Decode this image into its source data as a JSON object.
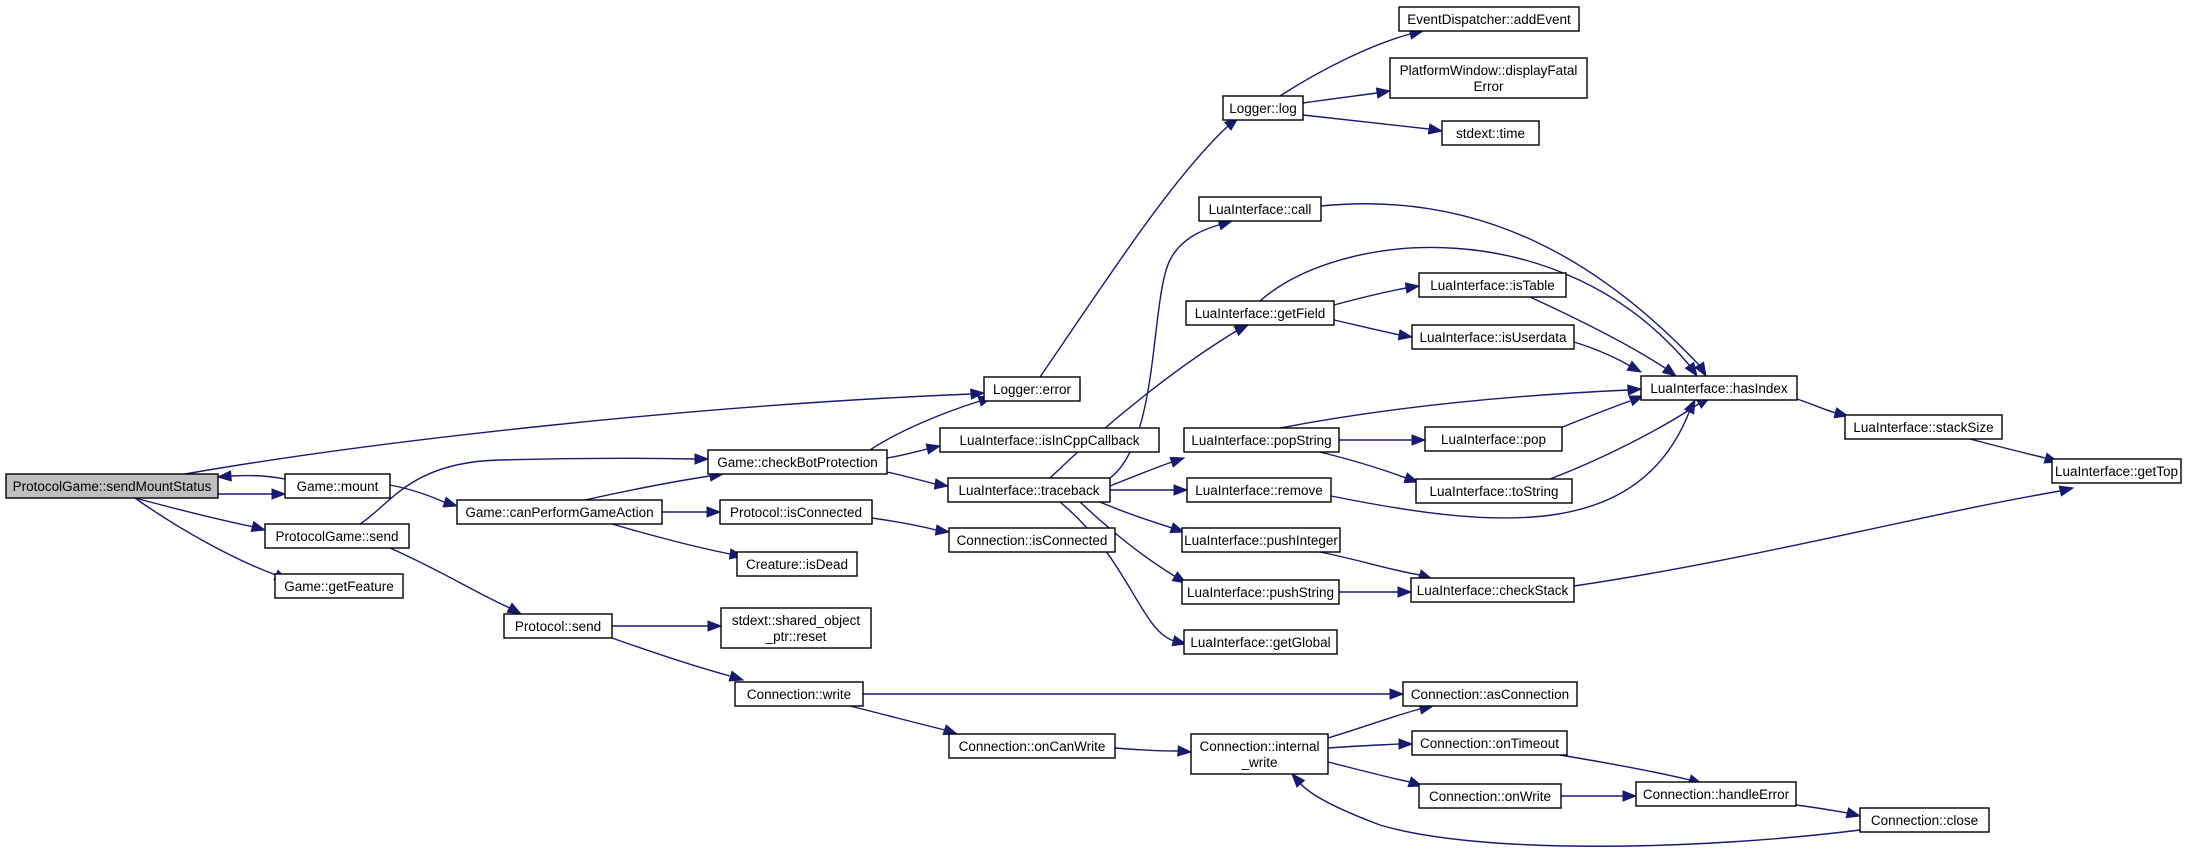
{
  "graph": {
    "edge_color": "#191970",
    "node_fill": "#ffffff",
    "root_fill": "#bfbfbf",
    "nodes": [
      {
        "id": "sendMountStatus",
        "lines": [
          "ProtocolGame::sendMountStatus"
        ],
        "root": true
      },
      {
        "id": "gameMount",
        "lines": [
          "Game::mount"
        ]
      },
      {
        "id": "pgSend",
        "lines": [
          "ProtocolGame::send"
        ]
      },
      {
        "id": "getFeature",
        "lines": [
          "Game::getFeature"
        ]
      },
      {
        "id": "checkBot",
        "lines": [
          "Game::checkBotProtection"
        ]
      },
      {
        "id": "canPerform",
        "lines": [
          "Game::canPerformGameAction"
        ]
      },
      {
        "id": "protoSend",
        "lines": [
          "Protocol::send"
        ]
      },
      {
        "id": "loggerError",
        "lines": [
          "Logger::error"
        ]
      },
      {
        "id": "isInCpp",
        "lines": [
          "LuaInterface::isInCppCallback"
        ]
      },
      {
        "id": "traceback",
        "lines": [
          "LuaInterface::traceback"
        ]
      },
      {
        "id": "protoConnected",
        "lines": [
          "Protocol::isConnected"
        ]
      },
      {
        "id": "isDead",
        "lines": [
          "Creature::isDead"
        ]
      },
      {
        "id": "connIsConnected",
        "lines": [
          "Connection::isConnected"
        ]
      },
      {
        "id": "sharedReset",
        "lines": [
          "stdext::shared_object",
          "_ptr::reset"
        ]
      },
      {
        "id": "connWrite",
        "lines": [
          "Connection::write"
        ]
      },
      {
        "id": "onCanWrite",
        "lines": [
          "Connection::onCanWrite"
        ]
      },
      {
        "id": "internalWrite",
        "lines": [
          "Connection::internal",
          "_write"
        ]
      },
      {
        "id": "loggerLog",
        "lines": [
          "Logger::log"
        ]
      },
      {
        "id": "addEvent",
        "lines": [
          "EventDispatcher::addEvent"
        ]
      },
      {
        "id": "displayFatal",
        "lines": [
          "PlatformWindow::displayFatal",
          "Error"
        ]
      },
      {
        "id": "stdTime",
        "lines": [
          "stdext::time"
        ]
      },
      {
        "id": "luaCall",
        "lines": [
          "LuaInterface::call"
        ]
      },
      {
        "id": "getField",
        "lines": [
          "LuaInterface::getField"
        ]
      },
      {
        "id": "isTable",
        "lines": [
          "LuaInterface::isTable"
        ]
      },
      {
        "id": "isUserdata",
        "lines": [
          "LuaInterface::isUserdata"
        ]
      },
      {
        "id": "hasIndex",
        "lines": [
          "LuaInterface::hasIndex"
        ]
      },
      {
        "id": "popString",
        "lines": [
          "LuaInterface::popString"
        ]
      },
      {
        "id": "luaPop",
        "lines": [
          "LuaInterface::pop"
        ]
      },
      {
        "id": "toString",
        "lines": [
          "LuaInterface::toString"
        ]
      },
      {
        "id": "luaRemove",
        "lines": [
          "LuaInterface::remove"
        ]
      },
      {
        "id": "pushInteger",
        "lines": [
          "LuaInterface::pushInteger"
        ]
      },
      {
        "id": "pushString",
        "lines": [
          "LuaInterface::pushString"
        ]
      },
      {
        "id": "checkStack",
        "lines": [
          "LuaInterface::checkStack"
        ]
      },
      {
        "id": "getGlobal",
        "lines": [
          "LuaInterface::getGlobal"
        ]
      },
      {
        "id": "stackSize",
        "lines": [
          "LuaInterface::stackSize"
        ]
      },
      {
        "id": "getTop",
        "lines": [
          "LuaInterface::getTop"
        ]
      },
      {
        "id": "asConnection",
        "lines": [
          "Connection::asConnection"
        ]
      },
      {
        "id": "onTimeout",
        "lines": [
          "Connection::onTimeout"
        ]
      },
      {
        "id": "onWrite",
        "lines": [
          "Connection::onWrite"
        ]
      },
      {
        "id": "handleError",
        "lines": [
          "Connection::handleError"
        ]
      },
      {
        "id": "connClose",
        "lines": [
          "Connection::close"
        ]
      }
    ],
    "edges": [
      {
        "from": "sendMountStatus",
        "to": "gameMount"
      },
      {
        "from": "gameMount",
        "to": "sendMountStatus"
      },
      {
        "from": "sendMountStatus",
        "to": "pgSend"
      },
      {
        "from": "sendMountStatus",
        "to": "getFeature"
      },
      {
        "from": "sendMountStatus",
        "to": "loggerError"
      },
      {
        "from": "gameMount",
        "to": "canPerform"
      },
      {
        "from": "pgSend",
        "to": "checkBot"
      },
      {
        "from": "pgSend",
        "to": "protoSend"
      },
      {
        "from": "canPerform",
        "to": "checkBot"
      },
      {
        "from": "canPerform",
        "to": "protoConnected"
      },
      {
        "from": "canPerform",
        "to": "isDead"
      },
      {
        "from": "checkBot",
        "to": "loggerError"
      },
      {
        "from": "checkBot",
        "to": "isInCpp"
      },
      {
        "from": "checkBot",
        "to": "traceback"
      },
      {
        "from": "protoConnected",
        "to": "connIsConnected"
      },
      {
        "from": "protoSend",
        "to": "sharedReset"
      },
      {
        "from": "protoSend",
        "to": "connWrite"
      },
      {
        "from": "loggerError",
        "to": "loggerLog"
      },
      {
        "from": "loggerLog",
        "to": "addEvent"
      },
      {
        "from": "loggerLog",
        "to": "displayFatal"
      },
      {
        "from": "loggerLog",
        "to": "stdTime"
      },
      {
        "from": "traceback",
        "to": "luaCall"
      },
      {
        "from": "traceback",
        "to": "getField"
      },
      {
        "from": "traceback",
        "to": "popString"
      },
      {
        "from": "traceback",
        "to": "luaRemove"
      },
      {
        "from": "traceback",
        "to": "pushInteger"
      },
      {
        "from": "traceback",
        "to": "pushString"
      },
      {
        "from": "traceback",
        "to": "getGlobal"
      },
      {
        "from": "luaCall",
        "to": "hasIndex"
      },
      {
        "from": "getField",
        "to": "isTable"
      },
      {
        "from": "getField",
        "to": "isUserdata"
      },
      {
        "from": "getField",
        "to": "hasIndex"
      },
      {
        "from": "isTable",
        "to": "hasIndex"
      },
      {
        "from": "isUserdata",
        "to": "hasIndex"
      },
      {
        "from": "popString",
        "to": "hasIndex"
      },
      {
        "from": "popString",
        "to": "luaPop"
      },
      {
        "from": "popString",
        "to": "toString"
      },
      {
        "from": "luaPop",
        "to": "hasIndex"
      },
      {
        "from": "toString",
        "to": "hasIndex"
      },
      {
        "from": "luaRemove",
        "to": "hasIndex"
      },
      {
        "from": "pushInteger",
        "to": "checkStack"
      },
      {
        "from": "pushString",
        "to": "checkStack"
      },
      {
        "from": "checkStack",
        "to": "getTop"
      },
      {
        "from": "hasIndex",
        "to": "stackSize"
      },
      {
        "from": "stackSize",
        "to": "getTop"
      },
      {
        "from": "connWrite",
        "to": "asConnection"
      },
      {
        "from": "connWrite",
        "to": "onCanWrite"
      },
      {
        "from": "onCanWrite",
        "to": "internalWrite"
      },
      {
        "from": "internalWrite",
        "to": "asConnection"
      },
      {
        "from": "internalWrite",
        "to": "onTimeout"
      },
      {
        "from": "internalWrite",
        "to": "onWrite"
      },
      {
        "from": "onTimeout",
        "to": "handleError"
      },
      {
        "from": "onWrite",
        "to": "handleError"
      },
      {
        "from": "handleError",
        "to": "connClose"
      },
      {
        "from": "connClose",
        "to": "internalWrite"
      }
    ]
  }
}
